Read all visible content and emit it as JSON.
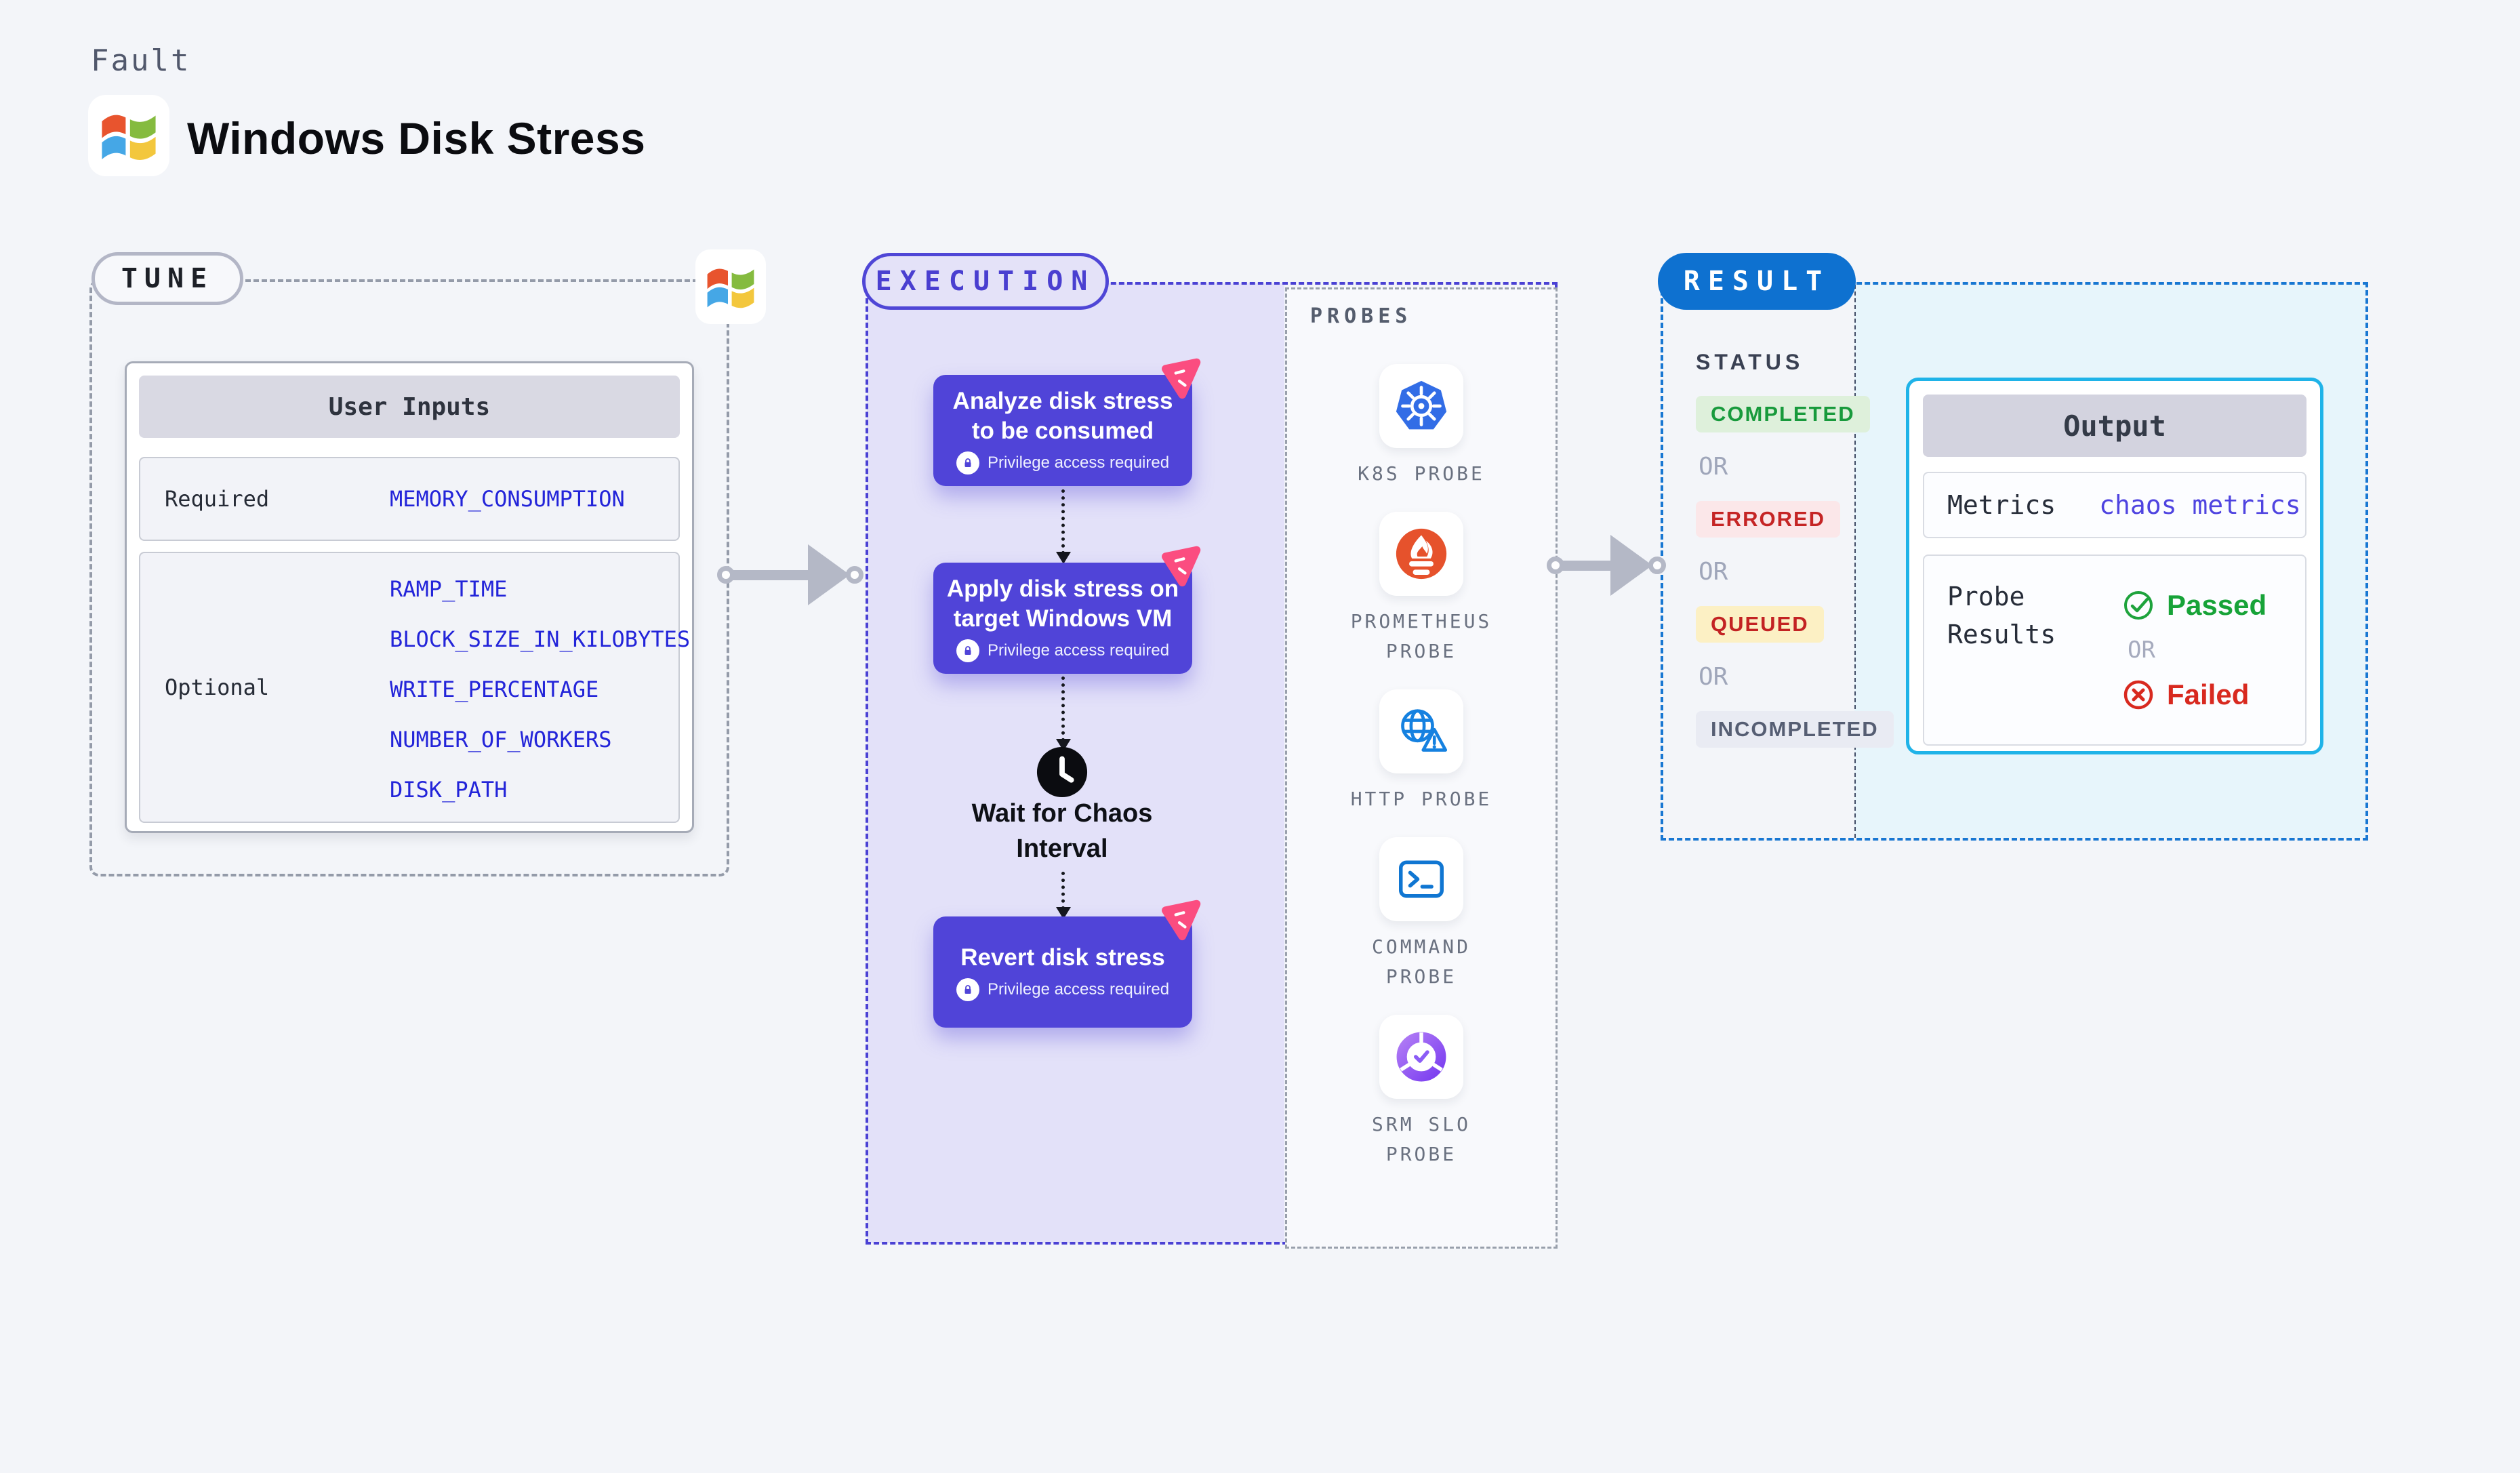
{
  "page": {
    "fault_label": "Fault",
    "title": "Windows Disk Stress",
    "background": "#f3f5f9"
  },
  "tune": {
    "label": "TUNE",
    "table": {
      "header": "User Inputs",
      "rows": [
        {
          "label": "Required",
          "values": [
            "MEMORY_CONSUMPTION"
          ]
        },
        {
          "label": "Optional",
          "values": [
            "RAMP_TIME",
            "BLOCK_SIZE_IN_KILOBYTES",
            "WRITE_PERCENTAGE",
            "NUMBER_OF_WORKERS",
            "DISK_PATH"
          ]
        }
      ]
    },
    "value_color": "#2324d9"
  },
  "execution": {
    "label": "EXECUTION",
    "steps": [
      {
        "title": "Analyze disk stress to be consumed",
        "badge": "Privilege access required"
      },
      {
        "title": "Apply disk stress on target Windows VM",
        "badge": "Privilege access required"
      },
      {
        "title": "Revert disk stress",
        "badge": "Privilege access required"
      }
    ],
    "wait_label": "Wait for Chaos Interval",
    "card_color": "#5044d8",
    "fill_color": "#e3e1f9",
    "border_color": "#4a41d4"
  },
  "probes": {
    "label": "PROBES",
    "items": [
      {
        "name": "K8S PROBE",
        "icon": "kubernetes-icon"
      },
      {
        "name": "PROMETHEUS PROBE",
        "icon": "prometheus-icon"
      },
      {
        "name": "HTTP PROBE",
        "icon": "http-globe-icon"
      },
      {
        "name": "COMMAND PROBE",
        "icon": "terminal-icon"
      },
      {
        "name": "SRM SLO PROBE",
        "icon": "slo-donut-icon"
      }
    ]
  },
  "result": {
    "label": "RESULT",
    "pill_color": "#0e71d0",
    "border_color": "#1877d2",
    "status": {
      "label": "STATUS",
      "or": "OR",
      "badges": [
        {
          "text": "COMPLETED",
          "fg": "#189a3c",
          "bg": "#def0db"
        },
        {
          "text": "ERRORED",
          "fg": "#c52525",
          "bg": "#fbe7e9"
        },
        {
          "text": "QUEUED",
          "fg": "#c32323",
          "bg": "#fcf0c4"
        },
        {
          "text": "INCOMPLETED",
          "fg": "#565e73",
          "bg": "#e9ebf3"
        }
      ]
    },
    "output": {
      "header": "Output",
      "metrics_label": "Metrics",
      "metrics_value": "chaos metrics",
      "probe_results_label": "Probe Results",
      "passed": "Passed",
      "or": "OR",
      "failed": "Failed",
      "passed_color": "#17a338",
      "failed_color": "#d8291f",
      "accent_border": "#1fb3e8"
    }
  }
}
